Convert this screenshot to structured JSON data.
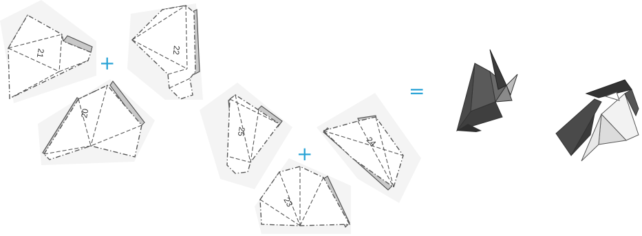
{
  "pieces": [
    {
      "id": "p21",
      "label": "21"
    },
    {
      "id": "p22",
      "label": "22"
    },
    {
      "id": "p20",
      "label": "20"
    },
    {
      "id": "p25",
      "label": "25"
    },
    {
      "id": "p24",
      "label": "24"
    },
    {
      "id": "p23",
      "label": "23"
    }
  ],
  "operators": {
    "plus_1": "+",
    "plus_2": "+",
    "equals": "="
  },
  "colors": {
    "operator": "#29a3d6",
    "tab": "#c9c9c9",
    "model_dark": "#4a4a4a",
    "model_light": "#e6e6e6"
  }
}
